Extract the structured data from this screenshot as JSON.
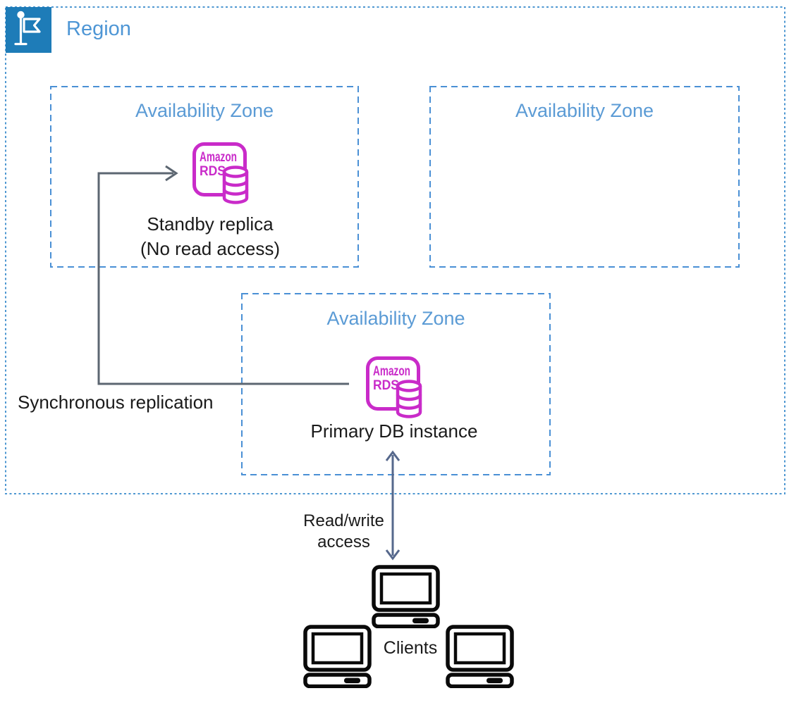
{
  "region": {
    "label": "Region"
  },
  "availability_zones": [
    {
      "label": "Availability Zone"
    },
    {
      "label": "Availability Zone"
    },
    {
      "label": "Availability Zone"
    }
  ],
  "rds_icon": {
    "line1": "Amazon",
    "line2": "RDS"
  },
  "nodes": {
    "standby": {
      "label_line1": "Standby replica",
      "label_line2": "(No read access)"
    },
    "primary": {
      "label": "Primary DB instance"
    },
    "clients": {
      "label": "Clients"
    }
  },
  "edges": {
    "sync_replication": {
      "label": "Synchronous replication"
    },
    "read_write": {
      "label_line1": "Read/write",
      "label_line2": "access"
    }
  },
  "colors": {
    "region_border": "#4e97d1",
    "region_label": "#4e96d5",
    "az_border": "#4a90d5",
    "az_label": "#5b9bd5",
    "flag_background": "#1e7cb8",
    "rds_magenta": "#c92bc9",
    "sync_arrow": "#5c6671",
    "read_write_arrow": "#56688c",
    "text": "#1a1a1a",
    "client_icon": "#0a0a0a"
  }
}
